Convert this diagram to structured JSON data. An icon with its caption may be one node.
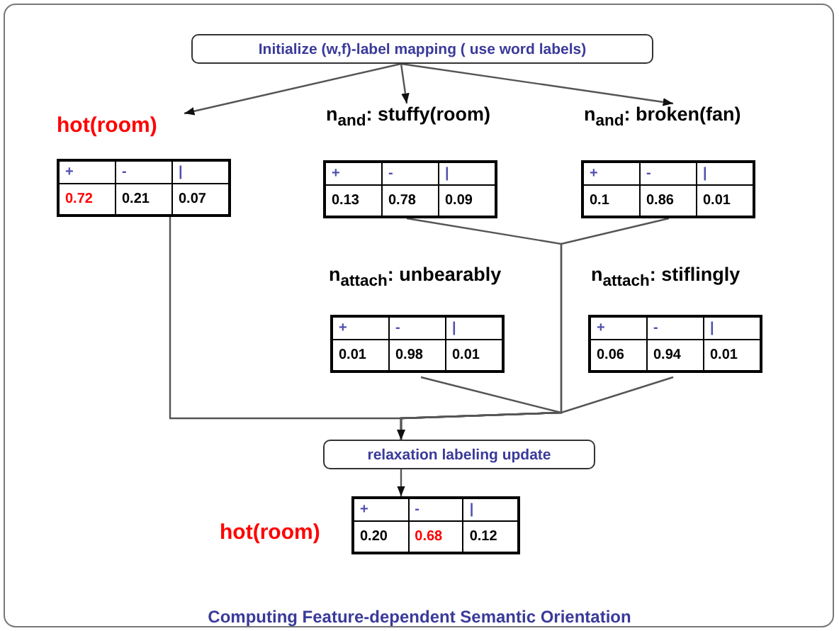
{
  "diagram": {
    "caption": "Computing Feature-dependent Semantic Orientation",
    "nodes": [
      {
        "text": [
          "Initialize (w,f)-label mapping  ( use word labels)"
        ]
      },
      {
        "text": [
          "hot(room)",
          "+",
          "-",
          "|",
          "0.72",
          "0.21",
          "0.07"
        ]
      },
      {
        "text": [
          "n$_{and}$: stuffy(room)",
          "+",
          "-",
          "|",
          "0.13",
          "0.78",
          "0.09"
        ]
      },
      {
        "text": [
          "n$_{and}$: broken(fan)",
          "+",
          "-",
          "|",
          "0.1",
          "0.86",
          "0.01"
        ]
      },
      {
        "text": [
          "n$_{attach}$: unbearably",
          "+",
          "-",
          "|",
          "0.01",
          "0.98",
          "0.01"
        ]
      },
      {
        "text": [
          "n$_{attach}$: stiflingly",
          "+",
          "-",
          "|",
          "0.06",
          "0.94",
          "0.01"
        ]
      },
      {
        "text": [
          "relaxation labeling update"
        ]
      },
      {
        "text": [
          "hot(room)",
          "+",
          "-",
          "|",
          "0.20",
          "0.68",
          "0.12"
        ]
      }
    ],
    "edges": [
      {
        "from": 0,
        "to": 1,
        "arrow": "to"
      },
      {
        "from": 0,
        "to": 2,
        "arrow": "to"
      },
      {
        "from": 0,
        "to": 3,
        "arrow": "to"
      },
      {
        "from": 1,
        "to": 6,
        "arrow": "to"
      },
      {
        "from": 2,
        "to": 6,
        "arrow": "to"
      },
      {
        "from": 3,
        "to": 6,
        "arrow": "to"
      },
      {
        "from": 4,
        "to": 6,
        "arrow": "to"
      },
      {
        "from": 5,
        "to": 6,
        "arrow": "to"
      },
      {
        "from": 6,
        "to": 7,
        "arrow": "to"
      }
    ]
  }
}
